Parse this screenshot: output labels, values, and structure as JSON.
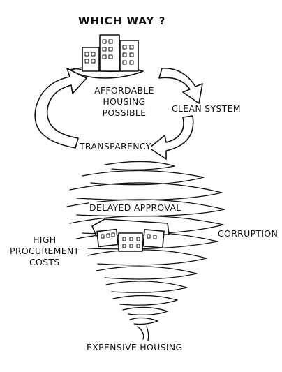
{
  "title": "WHICH WAY ?",
  "virtuous_cycle": {
    "center_label": "AFFORDABLE\nHOUSING\nPOSSIBLE",
    "arrow_labels": [
      "CLEAN SYSTEM",
      "TRANSPARENCY"
    ]
  },
  "vicious_cycle": {
    "labels": [
      "DELAYED APPROVAL",
      "CORRUPTION",
      "HIGH\nPROCUREMENT\nCOSTS"
    ],
    "outcome": "EXPENSIVE HOUSING"
  },
  "colors": {
    "ink": "#111111",
    "paper": "#ffffff"
  }
}
